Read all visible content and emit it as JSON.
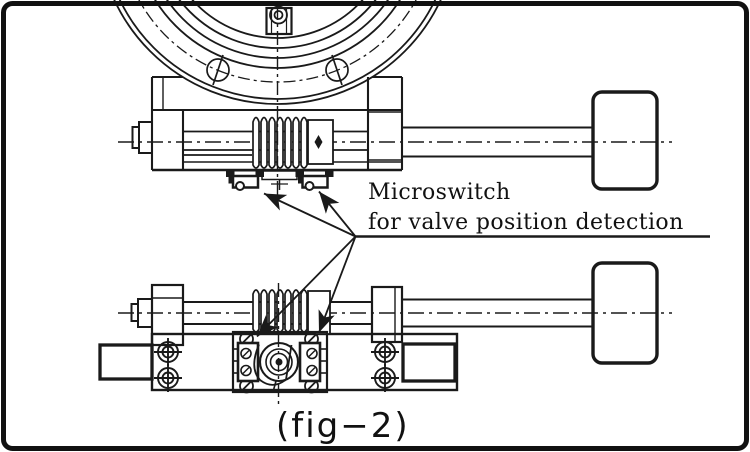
{
  "figure": {
    "annotation": {
      "line1": "Microswitch",
      "line2": "for valve position detection"
    },
    "caption": "(fig−2)"
  },
  "colors": {
    "ink": "#1a1a1a",
    "background": "#ffffff"
  }
}
